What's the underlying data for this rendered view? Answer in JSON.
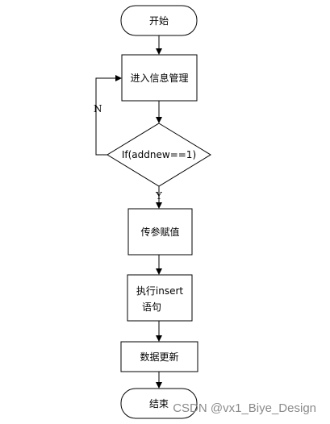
{
  "flowchart": {
    "start": "开始",
    "step_enter": "进入信息管理",
    "decision": "If(addnew==1)",
    "label_no": "N",
    "label_yes": "Y",
    "step_pass_params": "传参赋值",
    "step_insert_line1": "执行insert",
    "step_insert_line2": "语句",
    "step_update": "数据更新",
    "end": "结束"
  },
  "watermark": "CSDN @vx1_Biye_Design",
  "colors": {
    "stroke": "#000000",
    "fill": "#ffffff",
    "watermark": "#8a8a8a"
  }
}
